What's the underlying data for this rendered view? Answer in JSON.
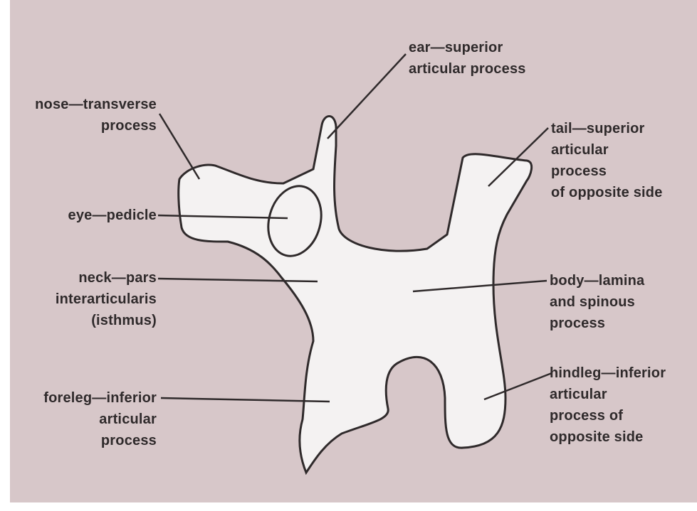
{
  "labels": {
    "nose": [
      "nose—transverse",
      "process"
    ],
    "eye": [
      "eye—pedicle"
    ],
    "neck": [
      "neck—pars",
      "interarticularis",
      "(isthmus)"
    ],
    "foreleg": [
      "foreleg—inferior",
      "articular",
      "process"
    ],
    "ear": [
      "ear—superior",
      "articular process"
    ],
    "tail": [
      "tail—superior",
      "articular",
      "process",
      "of opposite side"
    ],
    "body": [
      "body—lamina",
      "and spinous",
      "process"
    ],
    "hindleg": [
      "hindleg—inferior",
      "articular",
      "process of",
      "opposite side"
    ]
  },
  "colors": {
    "background": "#d7c7c9",
    "shape_fill": "#f4f2f2",
    "stroke": "#2f2a2b"
  }
}
